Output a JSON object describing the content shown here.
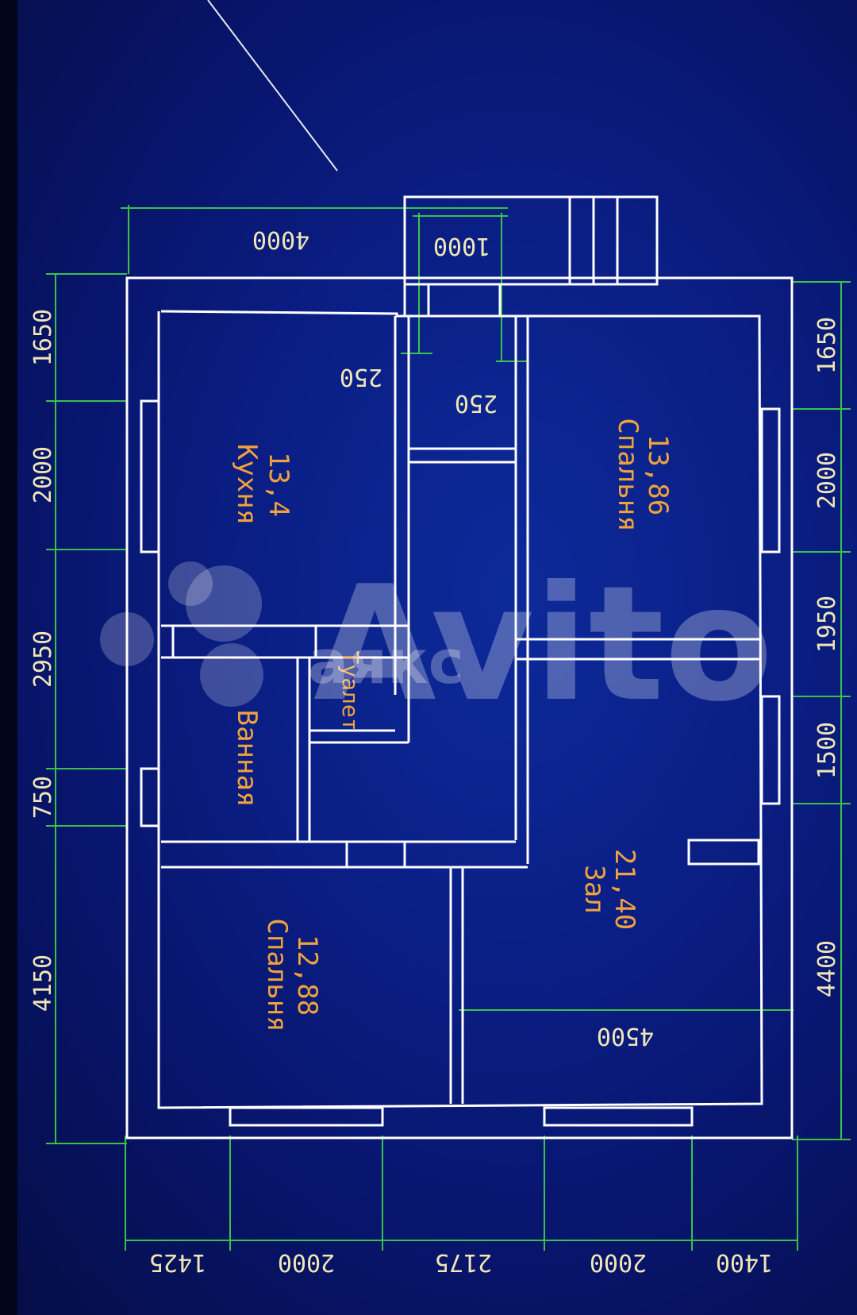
{
  "watermark": "Avito",
  "watermark_overlay": "аякс",
  "dimensions": {
    "top_width": "4000",
    "porch_width": "1000",
    "wall_a": "250",
    "wall_b": "250",
    "hall_width": "4500",
    "left_segments": [
      "1650",
      "2000",
      "2950",
      "750",
      "4150"
    ],
    "right_segments": [
      "1650",
      "2000",
      "1950",
      "1500",
      "4400"
    ],
    "bottom_segments": [
      "1425",
      "2000",
      "2175",
      "2000",
      "1400"
    ]
  },
  "rooms": {
    "kitchen": {
      "name": "Кухня",
      "area": "13,4"
    },
    "bedroom_right": {
      "name": "Спальня",
      "area": "13,86"
    },
    "bathroom": {
      "name": "Ванная"
    },
    "toilet": {
      "name": "Туалет"
    },
    "hall": {
      "name": "Зал",
      "area": "21,40"
    },
    "bedroom_left": {
      "name": "Спальня",
      "area": "12,88"
    }
  }
}
